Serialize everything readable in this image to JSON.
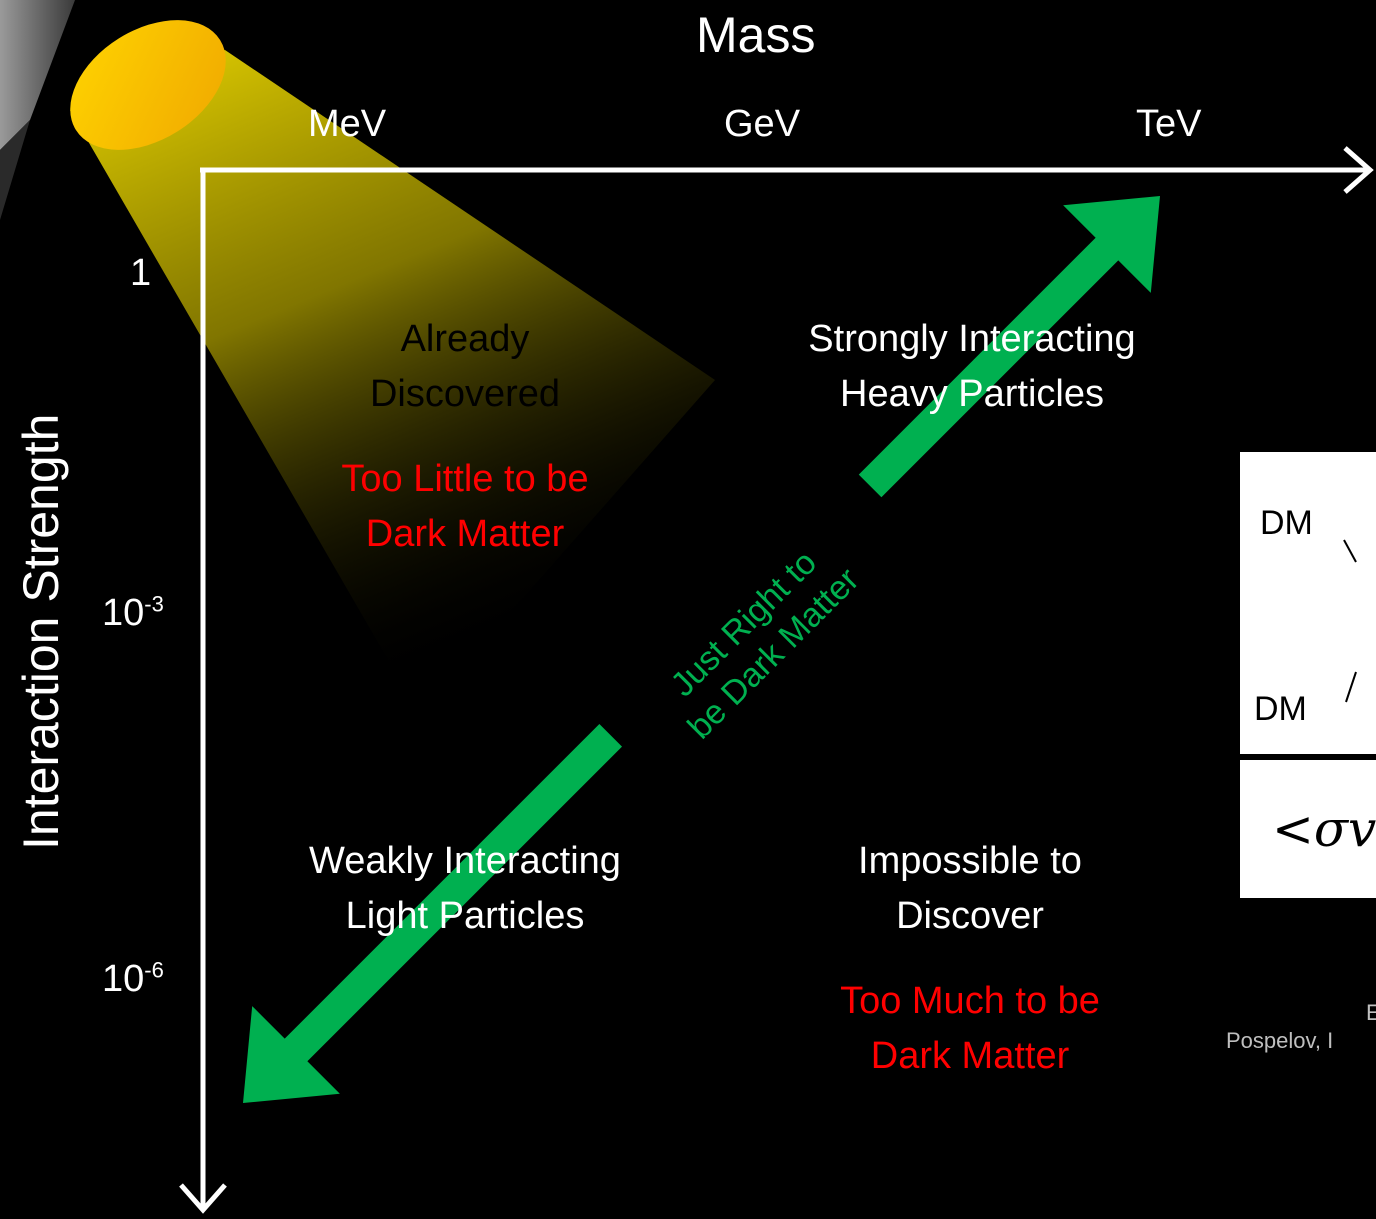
{
  "axes": {
    "x_title": "Mass",
    "y_title": "Interaction Strength",
    "x_ticks": [
      "MeV",
      "GeV",
      "TeV"
    ],
    "y_ticks": [
      {
        "base": "1",
        "exp": ""
      },
      {
        "base": "10",
        "exp": "-3"
      },
      {
        "base": "10",
        "exp": "-6"
      }
    ]
  },
  "regions": {
    "top_left": {
      "line1": "Already",
      "line2": "Discovered",
      "verdict1": "Too Little to be",
      "verdict2": "Dark Matter"
    },
    "top_right": {
      "line1": "Strongly Interacting",
      "line2": "Heavy Particles"
    },
    "bottom_left": {
      "line1": "Weakly Interacting",
      "line2": "Light Particles"
    },
    "bottom_right": {
      "line1": "Impossible to",
      "line2": "Discover",
      "verdict1": "Too Much to be",
      "verdict2": "Dark Matter"
    }
  },
  "diagonal_label": {
    "line1": "Just Right to",
    "line2": "be Dark Matter"
  },
  "formula": {
    "dm_top": "DM",
    "dm_bottom": "DM",
    "sigma": "<σv"
  },
  "citation": {
    "line1": "E",
    "line2": "Pospelov, I"
  },
  "colors": {
    "background": "#000000",
    "axes": "#ffffff",
    "arrow_green": "#00b050",
    "verdict_red": "#ff0000",
    "spotlight_yellow": "#ffd700"
  }
}
